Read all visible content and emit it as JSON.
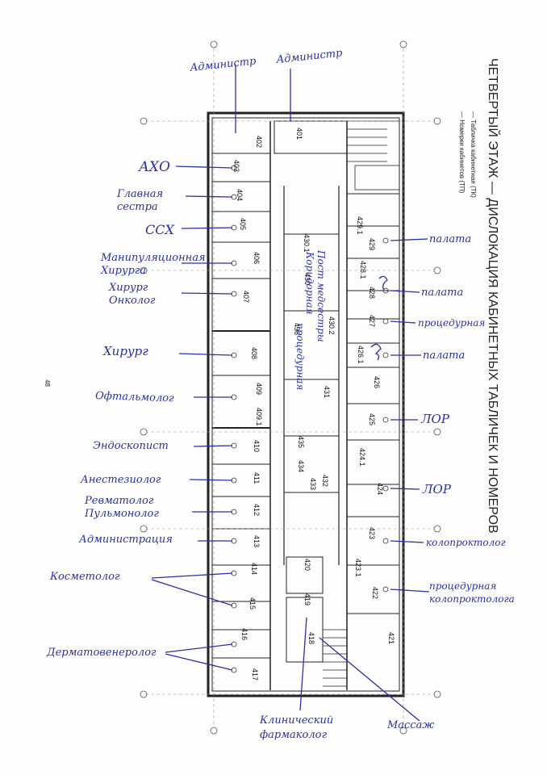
{
  "title": "ЧЕТВЕРТЫЙ ЭТАЖ — ДИСЛОКАЦИЯ КАБИНЕТНЫХ ТАБЛИЧЕК И НОМЕРОВ",
  "legend": {
    "item1": "— Табличка кабинетная (ТК)",
    "item2": "— Номерки кабинетов (ТП)"
  },
  "page_number": "48",
  "rooms": {
    "r401": "401",
    "r402": "402",
    "r403": "403",
    "r404": "404",
    "r405": "405",
    "r406": "406",
    "r407": "407",
    "r408": "408",
    "r409": "409",
    "r409_1": "409.1",
    "r410": "410",
    "r411": "411",
    "r412": "412",
    "r413": "413",
    "r414": "414",
    "r415": "415",
    "r416": "416",
    "r417": "417",
    "r418": "418",
    "r419": "419",
    "r420": "420",
    "r421": "421",
    "r422": "422",
    "r423": "423",
    "r423_1": "423.1",
    "r424": "424",
    "r424_1": "424.1",
    "r425": "425",
    "r426": "426",
    "r426_1": "426.1",
    "r427": "427",
    "r428": "428",
    "r428_1": "428.1",
    "r429": "429",
    "r429_1": "429.1",
    "r430": "430",
    "r430_1": "430.1",
    "r430_2": "430.2",
    "r431": "431",
    "r432": "432",
    "r433": "433",
    "r434": "434",
    "r435": "435",
    "r436": "436"
  },
  "annotations_left": {
    "administr1": "Администр",
    "administr2": "Администр",
    "aho": "АХО",
    "glavnaya_sestra1": "Главная",
    "glavnaya_sestra2": "сестра",
    "ssx": "ССХ",
    "manip1": "Манипуляционная",
    "manip2": "Хирурга",
    "hirurg_onk1": "Хирург",
    "hirurg_onk2": "Онколог",
    "hirurg": "Хирург",
    "oftalmolog": "Офтальмолог",
    "endoskopist": "Эндоскопист",
    "anesteziolog": "Анестезиолог",
    "revmatolog": "Ревматолог",
    "pulmonolog": "Пульмонолог",
    "administraciya": "Администрация",
    "kosmetolog": "Косметолог",
    "dermatovenerolog": "Дерматовенеролог",
    "klin1": "Клинический",
    "klin2": "фармаколог",
    "massazh": "Массаж"
  },
  "annotations_right": {
    "palata1": "палата",
    "palata2": "палата",
    "procedurnaya": "процедурная",
    "palata3": "палата",
    "lor1": "ЛОР",
    "lor2": "ЛОР",
    "koloproktolog": "колопроктолог",
    "proc_kolo1": "процедурная",
    "proc_kolo2": "колопроктолога"
  },
  "annotations_corridor": {
    "corridor1": "Коридорная",
    "corridor2": "Пост медсестры",
    "corridor3": "процедурная"
  },
  "colors": {
    "ink": "#2b2fa8",
    "plan": "#222222",
    "paper": "#fdfdfd"
  }
}
